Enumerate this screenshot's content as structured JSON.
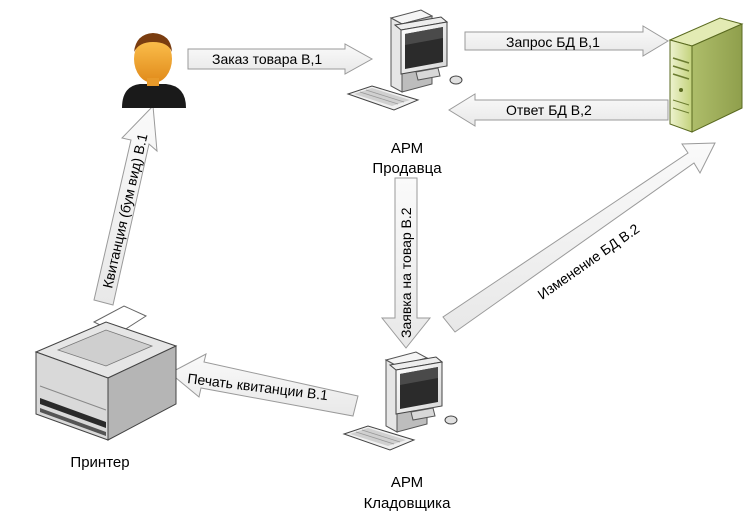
{
  "nodes": {
    "seller_caption_1": "АРМ",
    "seller_caption_2": "Продавца",
    "storekeeper_caption_1": "АРМ",
    "storekeeper_caption_2": "Кладовщика",
    "printer_caption": "Принтер"
  },
  "arrows": {
    "order": "Заказ товара В,1",
    "db_request": "Запрос БД В,1",
    "db_response": "Ответ БД В,2",
    "goods_request": "Заявка на товар В.2",
    "db_change": "Изменение БД В.2",
    "print_receipt": "Печать квитанции В.1",
    "receipt_paper": "Квитанция (бум вид) В.1"
  },
  "icons": [
    "user-icon",
    "workstation-icon",
    "server-icon",
    "printer-icon"
  ],
  "colors": {
    "arrow_fill": "#f2f2f2",
    "arrow_stroke": "#9a9a9a",
    "skin": "#f0a030",
    "server": "#c9d98a"
  }
}
